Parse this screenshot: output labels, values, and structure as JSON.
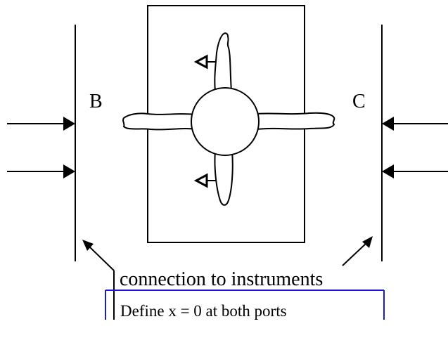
{
  "diagram": {
    "port_left_label": "B",
    "port_right_label": "C",
    "connection_label": "connection to instruments",
    "definition_text": "Define x = 0 at both ports",
    "colors": {
      "stroke": "#000000",
      "box_border": "#1a1ad6",
      "background": "#ffffff"
    }
  }
}
